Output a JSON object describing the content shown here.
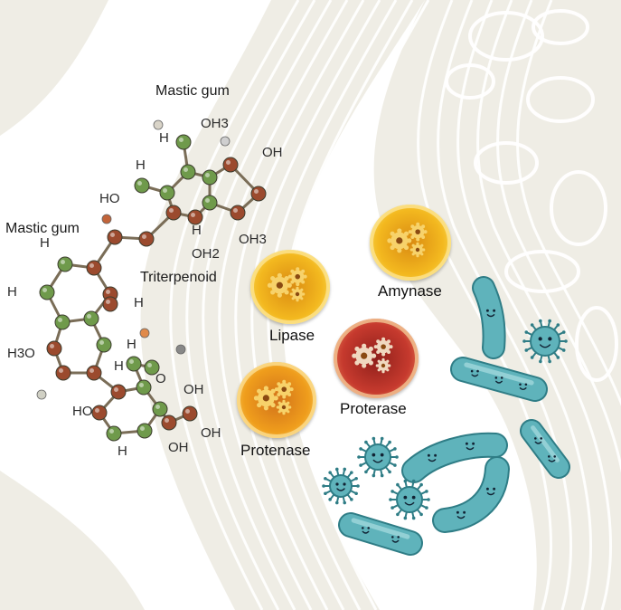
{
  "labels": {
    "mastic_top": "Mastic gum",
    "mastic_left": "Mastic gum",
    "triterpenoid": "Triterpenoid"
  },
  "atoms": [
    "OH3",
    "H",
    "H",
    "OH",
    "HO",
    "H",
    "OH2",
    "OH3",
    "H",
    "H",
    "H3O",
    "H",
    "H",
    "HO",
    "H",
    "O",
    "OH",
    "OH",
    "OH",
    "H"
  ],
  "enzymes": [
    {
      "id": "lipase",
      "label": "Lipase",
      "color": "#f3b81f",
      "rim": "#f7d24a",
      "core": "#d98a12"
    },
    {
      "id": "amylase",
      "label": "Amynase",
      "color": "#f3b81f",
      "rim": "#f7d24a",
      "core": "#d98a12"
    },
    {
      "id": "protease",
      "label": "Proterase",
      "color": "#c63a2e",
      "rim": "#e06d4a",
      "core": "#8e1f1a"
    },
    {
      "id": "proteinase",
      "label": "Protenase",
      "color": "#ef9d1c",
      "rim": "#f6c04a",
      "core": "#d1711a"
    }
  ],
  "colors": {
    "bg": "#ffffff",
    "gut_fill": "#eceae0",
    "gut_line": "#ffffff",
    "carbon_green": "#6f9a4b",
    "oxygen_brown": "#9b4a2e",
    "bond": "#7a6d57",
    "bacteria": "#5fb3bb",
    "bacteria_dark": "#2f7d86"
  },
  "icons": [
    "gear-icon",
    "rod-bacterium-icon",
    "spiky-microbe-icon"
  ]
}
